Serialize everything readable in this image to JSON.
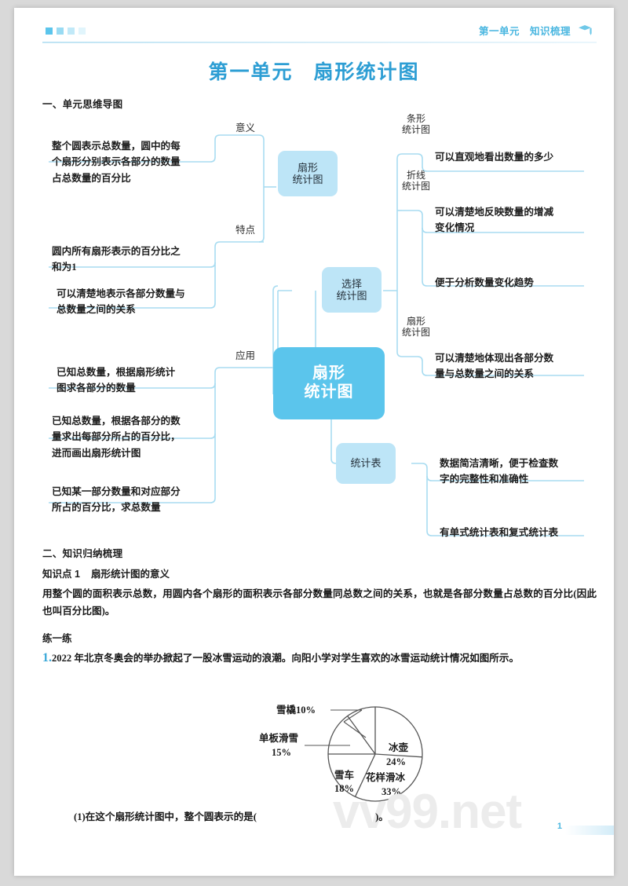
{
  "header": {
    "right_label": "第一单元　知识梳理",
    "cap_icon": "graduation-cap-icon",
    "square_count": 4
  },
  "title": {
    "unit": "第一单元",
    "name": "扇形统计图"
  },
  "sections": {
    "mindmap_heading": "一、单元思维导图",
    "summary_heading": "二、知识归纳梳理"
  },
  "mindmap": {
    "center_node": "扇形\n统计图",
    "nodes": {
      "fan_chart": "扇形\n统计图",
      "choose_chart": "选择\n统计图",
      "stat_table": "统计表"
    },
    "branches": {
      "meaning": "意义",
      "feature": "特点",
      "application": "应用"
    },
    "sub_nodes": {
      "bar": "条形\n统计图",
      "line": "折线\n统计图",
      "pie": "扇形\n统计图"
    },
    "leaves_left": [
      "整个圆表示总数量，圆中的每\n个扇形分别表示各部分的数量\n占总数量的百分比",
      "圆内所有扇形表示的百分比之\n和为1",
      "可以清楚地表示各部分数量与\n总数量之间的关系",
      "已知总数量，根据扇形统计\n图求各部分的数量",
      "已知总数量，根据各部分的数\n量求出每部分所占的百分比，\n进而画出扇形统计图",
      "已知某一部分数量和对应部分\n所占的百分比，求总数量"
    ],
    "leaves_right": [
      "可以直观地看出数量的多少",
      "可以清楚地反映数量的增减\n变化情况",
      "便于分析数量变化趋势",
      "可以清楚地体现出各部分数\n量与总数量之间的关系",
      "数据简洁清晰，便于检查数\n字的完整性和准确性",
      "有单式统计表和复式统计表"
    ]
  },
  "knowledge": {
    "point_label": "知识点 1",
    "point_title": "扇形统计图的意义",
    "paragraph": "用整个圆的面积表示总数，用圆内各个扇形的面积表示各部分数量同总数之间的关系，也就是各部分数量占总数的百分比(因此也叫百分比图)。",
    "practice_heading": "练一练",
    "question_number": "1.",
    "question_text": "2022 年北京冬奥会的举办掀起了一股冰雪运动的浪潮。向阳小学对学生喜欢的冰雪运动统计情况如图所示。",
    "sub_question": "(1)在这个扇形统计图中，整个圆表示的是(　　　　　　　　　　　　)。"
  },
  "chart_data": {
    "type": "pie",
    "title": "",
    "categories": [
      "冰壶",
      "花样滑冰",
      "雪车",
      "单板滑雪",
      "雪橇"
    ],
    "values": [
      24,
      33,
      18,
      15,
      10
    ],
    "unit": "%",
    "labels": [
      "冰壶\n24%",
      "花样滑冰\n33%",
      "雪车\n18%",
      "单板滑雪\n15%",
      "雪橇10%"
    ],
    "legend": "none",
    "grid": false
  },
  "watermark": "vv99.net",
  "page_number": "1",
  "colors": {
    "accent": "#49b6e0",
    "title": "#2d9ed4",
    "node_light": "#bde5f7",
    "node_center": "#5bc5ec",
    "connector": "#a8dcf1"
  }
}
